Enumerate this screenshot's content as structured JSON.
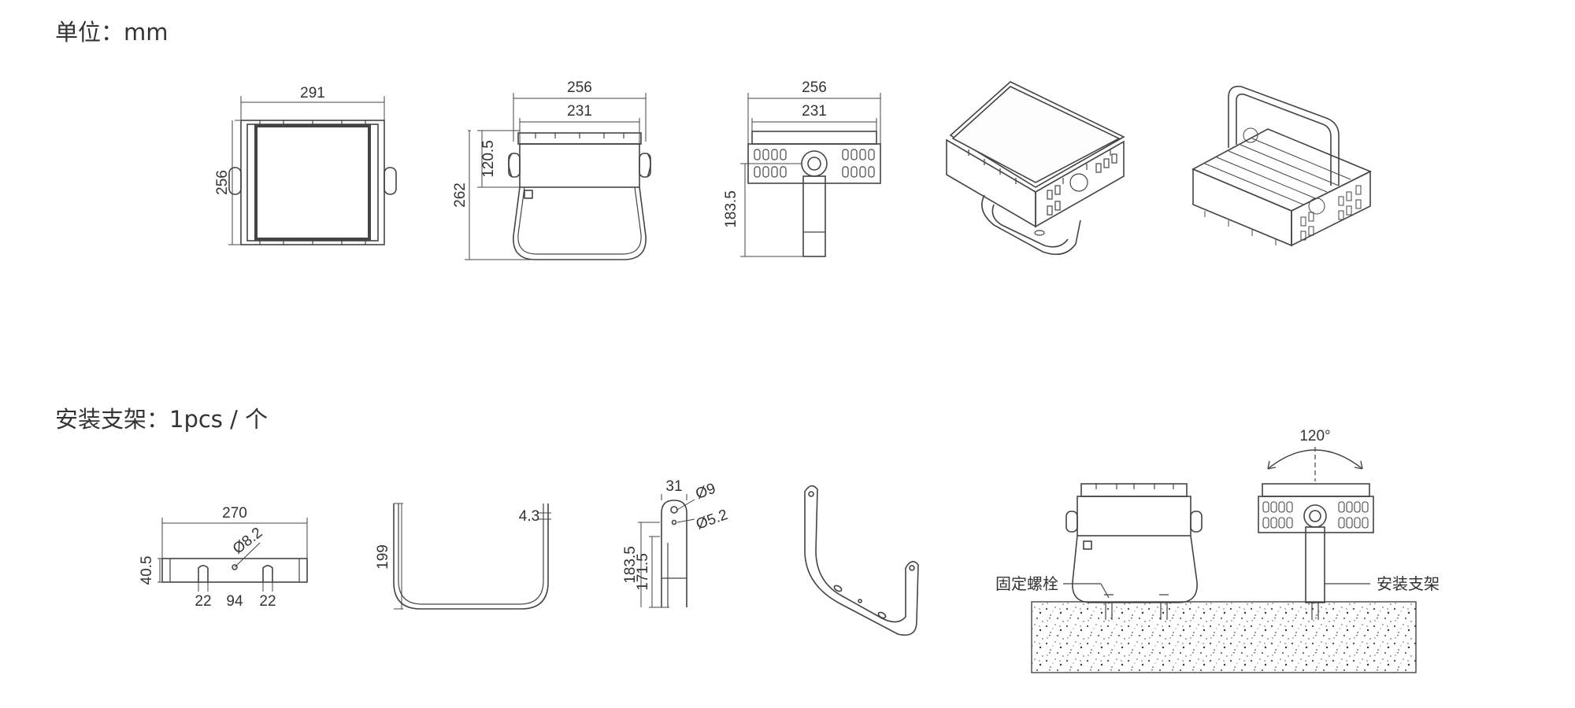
{
  "headings": {
    "unit": "单位：mm",
    "bracket": "安装支架：1pcs / 个"
  },
  "dims": {
    "front_width": "291",
    "front_height": "256",
    "side_outer": "256",
    "side_inner": "231",
    "side_body": "120.5",
    "side_total": "262",
    "back_outer": "256",
    "back_inner": "231",
    "back_height": "183.5",
    "bracket_width": "270",
    "bracket_hole": "Ø8.2",
    "bracket_height": "40.5",
    "bracket_spacing_left": "22",
    "bracket_spacing_mid": "94",
    "bracket_spacing_right": "22",
    "bracket_arm_height": "199",
    "bracket_thickness": "4.3",
    "arm_width": "31",
    "arm_hole_large": "Ø9",
    "arm_hole_small": "Ø5.2",
    "arm_total": "183.5",
    "arm_lower": "171.5"
  },
  "labels": {
    "rotation_angle": "120°",
    "fixing_bolt": "固定螺栓",
    "mount_bracket": "安装支架"
  }
}
